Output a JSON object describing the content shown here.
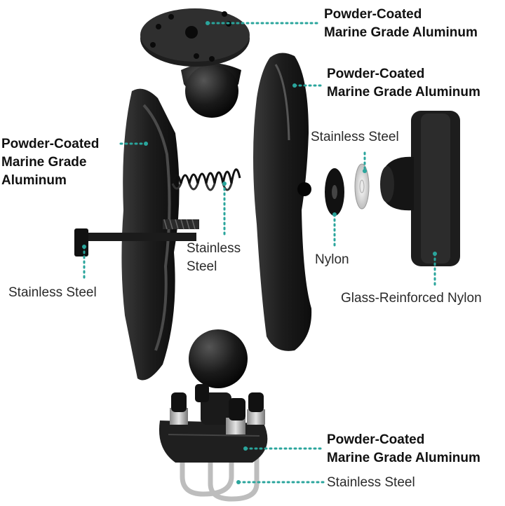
{
  "accent_color": "#2aa59c",
  "labels": {
    "top_base": {
      "line1": "Powder-Coated",
      "line2": "Marine Grade Aluminum"
    },
    "right_arm": {
      "line1": "Powder-Coated",
      "line2": "Marine Grade Aluminum"
    },
    "left_arm": {
      "line1": "Powder-Coated",
      "line2": "Marine Grade",
      "line3": "Aluminum"
    },
    "washer_steel": "Stainless Steel",
    "spring_steel": {
      "line1": "Stainless",
      "line2": "Steel"
    },
    "nylon_washer": "Nylon",
    "bolt_steel": "Stainless Steel",
    "knob_nylon": "Glass-Reinforced Nylon",
    "bottom_base": {
      "line1": "Powder-Coated",
      "line2": "Marine Grade Aluminum"
    },
    "ubolt_steel": "Stainless Steel"
  }
}
